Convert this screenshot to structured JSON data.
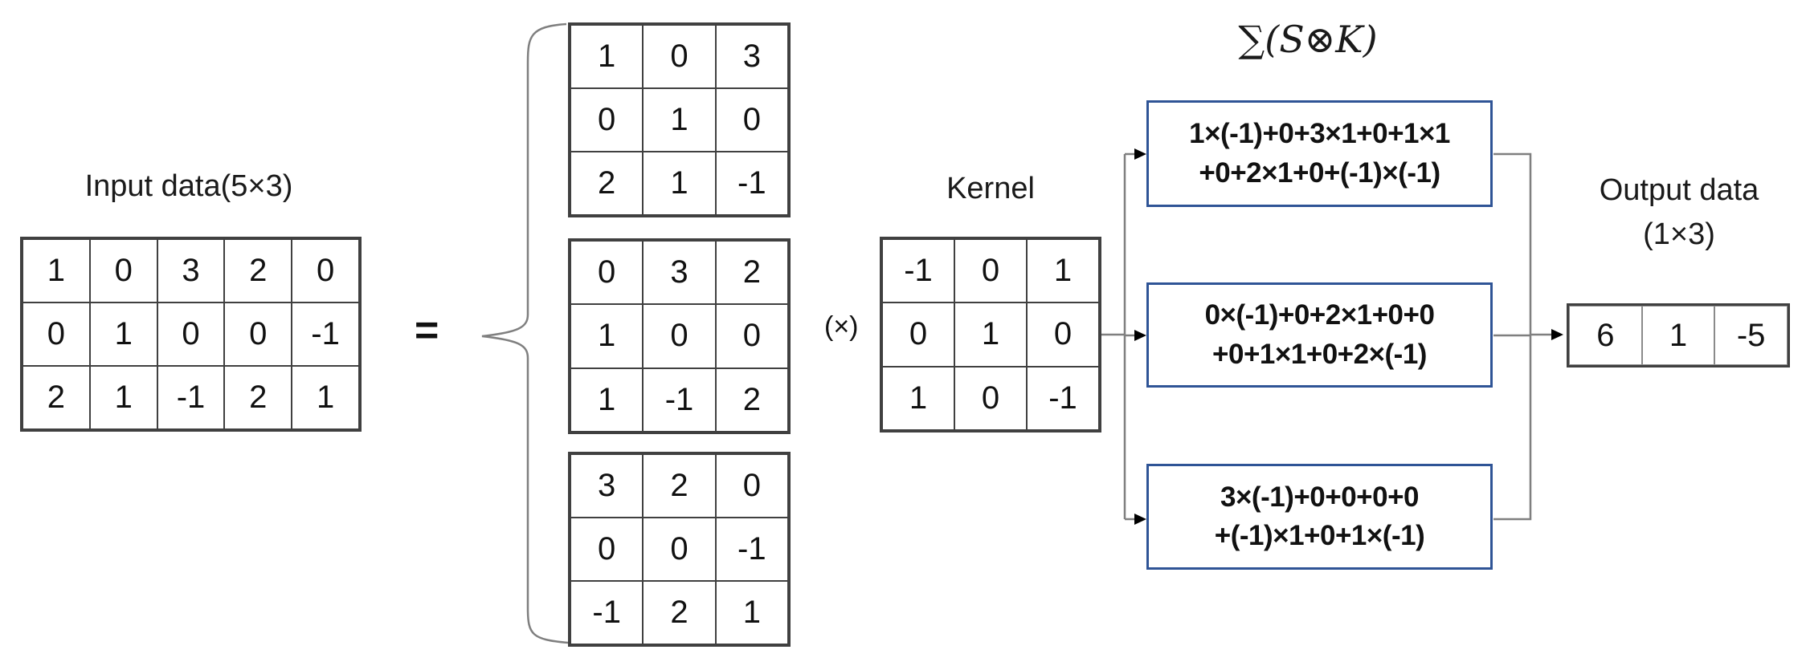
{
  "colors": {
    "box_border": "#2f5496",
    "connector": "#7f7f7f",
    "grid_line": "#404040"
  },
  "input": {
    "label": "Input data(5×3)",
    "grid": [
      [
        1,
        0,
        3,
        2,
        0
      ],
      [
        0,
        1,
        0,
        0,
        -1
      ],
      [
        2,
        1,
        -1,
        2,
        1
      ]
    ]
  },
  "equals_sign": "=",
  "windows": [
    {
      "grid": [
        [
          1,
          0,
          3
        ],
        [
          0,
          1,
          0
        ],
        [
          2,
          1,
          -1
        ]
      ]
    },
    {
      "grid": [
        [
          0,
          3,
          2
        ],
        [
          1,
          0,
          0
        ],
        [
          1,
          -1,
          2
        ]
      ]
    },
    {
      "grid": [
        [
          3,
          2,
          0
        ],
        [
          0,
          0,
          -1
        ],
        [
          -1,
          2,
          1
        ]
      ]
    }
  ],
  "times_sign": "(×)",
  "kernel": {
    "label": "Kernel",
    "grid": [
      [
        -1,
        0,
        1
      ],
      [
        0,
        1,
        0
      ],
      [
        1,
        0,
        -1
      ]
    ]
  },
  "sum_title": "∑(S⊗K)",
  "formula_boxes": [
    {
      "line1": "1×(-1)+0+3×1+0+1×1",
      "line2": "+0+2×1+0+(-1)×(-1)"
    },
    {
      "line1": "0×(-1)+0+2×1+0+0",
      "line2": "+0+1×1+0+2×(-1)"
    },
    {
      "line1": "3×(-1)+0+0+0+0",
      "line2": "+(-1)×1+0+1×(-1)"
    }
  ],
  "output": {
    "label_line1": "Output data",
    "label_line2": "(1×3)",
    "grid": [
      [
        6,
        1,
        -5
      ]
    ]
  }
}
